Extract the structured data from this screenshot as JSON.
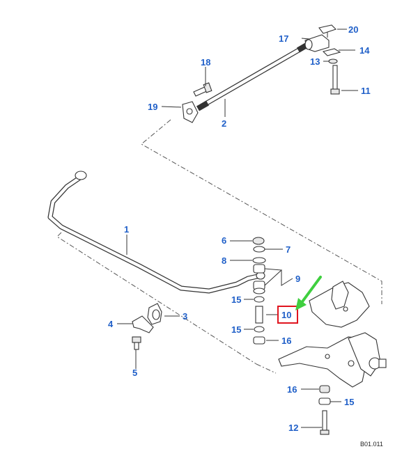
{
  "diagram": {
    "reference_code": "B01.011",
    "callouts": [
      "1",
      "2",
      "3",
      "4",
      "5",
      "6",
      "7",
      "8",
      "9",
      "10",
      "11",
      "12",
      "13",
      "14",
      "15",
      "15",
      "15",
      "16",
      "16",
      "17",
      "18",
      "19",
      "20"
    ],
    "highlighted_callout": "10",
    "colors": {
      "callout_text": "#1f5fc8",
      "highlight_box": "#e0141e",
      "arrow": "#3fcf3f",
      "line_art": "#333333"
    }
  }
}
